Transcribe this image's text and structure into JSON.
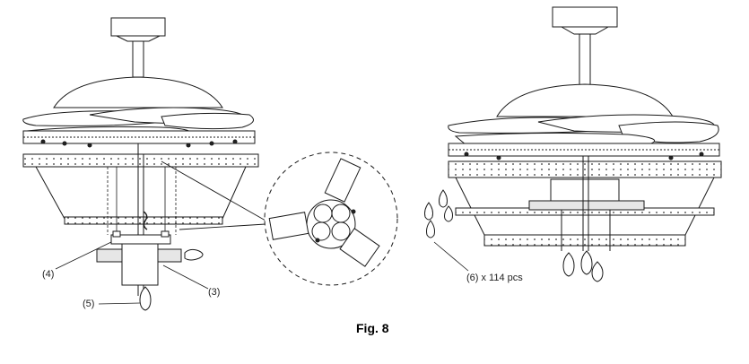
{
  "figure": {
    "caption": "Fig. 8"
  },
  "callouts": {
    "part_4": "(4)",
    "part_3": "(3)",
    "part_5": "(5)",
    "part_6": "(6) x 114 pcs"
  },
  "colors": {
    "line": "#1a1a1a",
    "fill_light": "#ffffff",
    "fill_shade": "#e6e6e6"
  }
}
